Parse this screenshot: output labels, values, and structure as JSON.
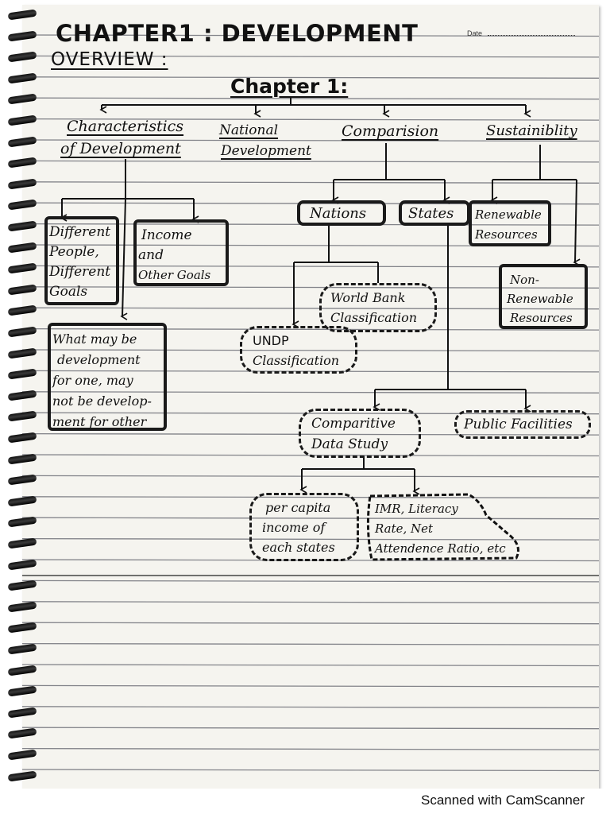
{
  "header": {
    "title": "CHAPTER1 : DEVELOPMENT",
    "overview": "OVERVIEW :",
    "date_label": "Date"
  },
  "root": {
    "label": "Chapter 1:"
  },
  "branches": {
    "characteristics": [
      "Characteristics",
      "of Development"
    ],
    "national": [
      "National",
      "Development"
    ],
    "comparision": "Comparision",
    "sustainability": "Sustainiblity"
  },
  "nodes": {
    "different_goals": [
      "Different",
      "People,",
      "Different",
      "Goals"
    ],
    "income_goals": [
      "Income",
      "and",
      "Other Goals"
    ],
    "what_may_be": [
      "What may be",
      "development",
      "for one, may",
      "not be develop-",
      "ment for other"
    ],
    "nations": "Nations",
    "states": "States",
    "renewable": [
      "Renewable",
      "Resources"
    ],
    "non_renewable": [
      "Non-",
      "Renewable",
      "Resources"
    ],
    "world_bank": [
      "World Bank",
      "Classification"
    ],
    "undp": [
      "UNDP",
      "Classification"
    ],
    "comparitive": [
      "Comparitive",
      "Data Study"
    ],
    "public": "Public Facilities",
    "per_capita": [
      "per capita",
      "income of",
      "each states"
    ],
    "imr": [
      "IMR, Literacy",
      "Rate, Net",
      "Attendence Ratio, etc"
    ]
  },
  "footer": {
    "watermark": "Scanned with CamScanner"
  }
}
